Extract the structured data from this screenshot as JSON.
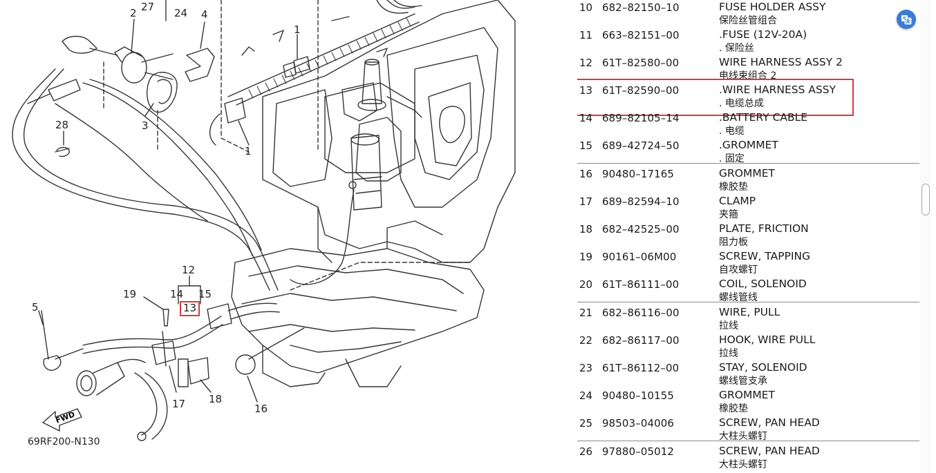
{
  "diagram": {
    "code": "69RF200-N130",
    "fwd_label": "FWD",
    "callouts": [
      {
        "label": "27",
        "id": "c27"
      },
      {
        "label": "2",
        "id": "c2"
      },
      {
        "label": "24",
        "id": "c24"
      },
      {
        "label": "4",
        "id": "c4"
      },
      {
        "label": "1",
        "id": "c1a"
      },
      {
        "label": "1",
        "id": "c1b"
      },
      {
        "label": "28",
        "id": "c28"
      },
      {
        "label": "3",
        "id": "c3"
      },
      {
        "label": "12",
        "id": "c12"
      },
      {
        "label": "14",
        "id": "c14"
      },
      {
        "label": "15",
        "id": "c15"
      },
      {
        "label": "19",
        "id": "c19"
      },
      {
        "label": "13",
        "id": "c13"
      },
      {
        "label": "5",
        "id": "c5"
      },
      {
        "label": "17",
        "id": "c17"
      },
      {
        "label": "18",
        "id": "c18"
      },
      {
        "label": "16",
        "id": "c16"
      }
    ]
  },
  "parts": {
    "groups": [
      [
        {
          "no": "10",
          "part": "682–82150–10",
          "en": "FUSE HOLDER ASSY",
          "zh": "保险丝管组合"
        },
        {
          "no": "11",
          "part": "663–82151–00",
          "en": ".FUSE (12V-20A)",
          "zh": ". 保险丝"
        },
        {
          "no": "12",
          "part": "61T–82580–00",
          "en": "WIRE HARNESS ASSY 2",
          "zh": "电线束组合 2"
        },
        {
          "no": "13",
          "part": "61T–82590–00",
          "en": ".WIRE HARNESS ASSY",
          "zh": ". 电缆总成",
          "highlight": true
        },
        {
          "no": "14",
          "part": "689–82105–14",
          "en": ".BATTERY CABLE",
          "zh": ". 电缆"
        },
        {
          "no": "15",
          "part": "689–42724–50",
          "en": ".GROMMET",
          "zh": ". 固定"
        }
      ],
      [
        {
          "no": "16",
          "part": "90480–17165",
          "en": "GROMMET",
          "zh": "橡胶垫"
        },
        {
          "no": "17",
          "part": "689–82594–10",
          "en": "CLAMP",
          "zh": "夹箍"
        },
        {
          "no": "18",
          "part": "682–42525–00",
          "en": "PLATE, FRICTION",
          "zh": "阻力板"
        },
        {
          "no": "19",
          "part": "90161–06M00",
          "en": "SCREW, TAPPING",
          "zh": "自攻螺钉"
        },
        {
          "no": "20",
          "part": "61T–86111–00",
          "en": "COIL, SOLENOID",
          "zh": "螺线管线"
        }
      ],
      [
        {
          "no": "21",
          "part": "682–86116–00",
          "en": "WIRE, PULL",
          "zh": "拉线"
        },
        {
          "no": "22",
          "part": "682–86117–00",
          "en": "HOOK, WIRE PULL",
          "zh": "拉线"
        },
        {
          "no": "23",
          "part": "61T–86112–00",
          "en": "STAY, SOLENOID",
          "zh": "螺线管支承"
        },
        {
          "no": "24",
          "part": "90480–10155",
          "en": "GROMMET",
          "zh": "橡胶垫"
        },
        {
          "no": "25",
          "part": "98503–04006",
          "en": "SCREW, PAN HEAD",
          "zh": "大柱头螺钉"
        }
      ],
      [
        {
          "no": "26",
          "part": "97880–05012",
          "en": "SCREW, PAN HEAD",
          "zh": "大柱头螺钉"
        }
      ]
    ]
  },
  "colors": {
    "highlight": "#d9393c",
    "float_button": "#3a7bd5"
  },
  "icons": {
    "float_button": "translate-icon"
  }
}
